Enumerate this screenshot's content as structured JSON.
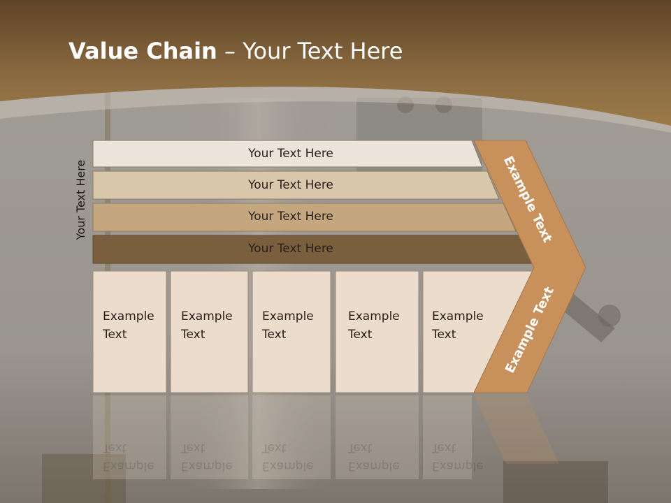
{
  "slide": {
    "title_bold": "Value Chain",
    "title_rest": " – Your Text Here",
    "side_label": "Your Text Here"
  },
  "rows": [
    {
      "label": "Your Text Here",
      "color": "#ece4da"
    },
    {
      "label": "Your Text Here",
      "color": "#d9c7ac"
    },
    {
      "label": "Your Text Here",
      "color": "#c4a77e"
    },
    {
      "label": "Your Text Here",
      "color": "#7a5f3e"
    }
  ],
  "boxes": [
    {
      "line1": "Example",
      "line2": "Text"
    },
    {
      "line1": "Example",
      "line2": "Text"
    },
    {
      "line1": "Example",
      "line2": "Text"
    },
    {
      "line1": "Example",
      "line2": "Text"
    },
    {
      "line1": "Example",
      "line2": "Text"
    }
  ],
  "chevron": {
    "upper_label": "Example Text",
    "lower_label": "Example Text",
    "color": "#c8915c"
  },
  "colors": {
    "header_brown": "#7a5c37",
    "box_fill": "#ecdccb",
    "background_gray": "#9e9a95"
  }
}
